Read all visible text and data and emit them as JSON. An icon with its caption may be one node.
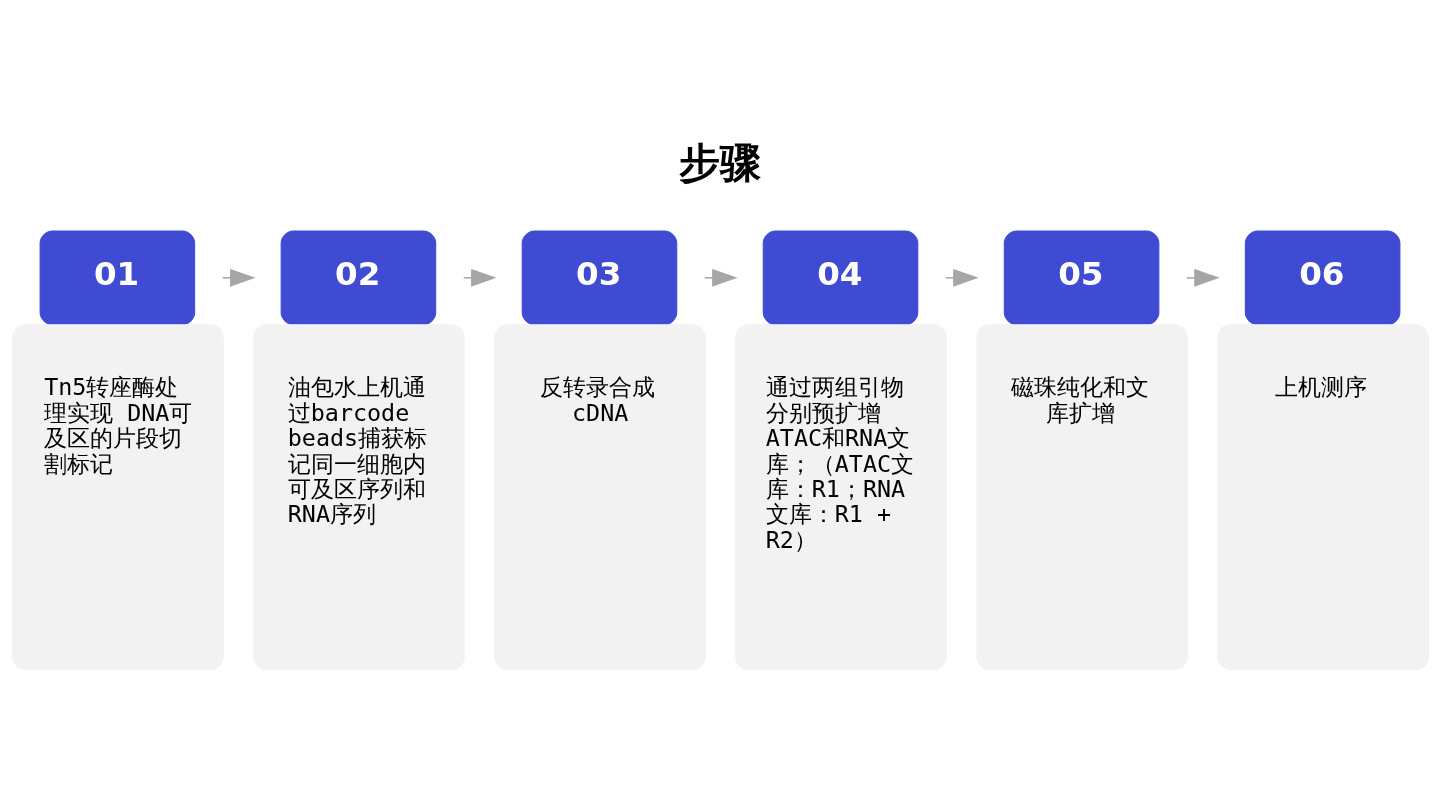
{
  "diagram": {
    "title": "步骤",
    "nodes": [
      {
        "text": [
          "01",
          "Tn5转座酶处理实现 DNA可及区的片段切割标记"
        ]
      },
      {
        "text": [
          "02",
          "油包水上机通过barcode beads捕获标记同一细胞内可及区序列和RNA序列"
        ]
      },
      {
        "text": [
          "03",
          "反转录合成cDNA"
        ]
      },
      {
        "text": [
          "04",
          "通过两组引物分别预扩增ATAC和RNA文库；（ATAC文库：R1；RNA文库：R1 + R2）"
        ]
      },
      {
        "text": [
          "05",
          "磁珠纯化和文库扩增"
        ]
      },
      {
        "text": [
          "06",
          "上机测序"
        ]
      }
    ],
    "edges": [
      {
        "from": 0,
        "to": 1,
        "arrow": "to"
      },
      {
        "from": 1,
        "to": 2,
        "arrow": "to"
      },
      {
        "from": 2,
        "to": 3,
        "arrow": "to"
      },
      {
        "from": 3,
        "to": 4,
        "arrow": "to"
      },
      {
        "from": 4,
        "to": 5,
        "arrow": "to"
      }
    ]
  }
}
